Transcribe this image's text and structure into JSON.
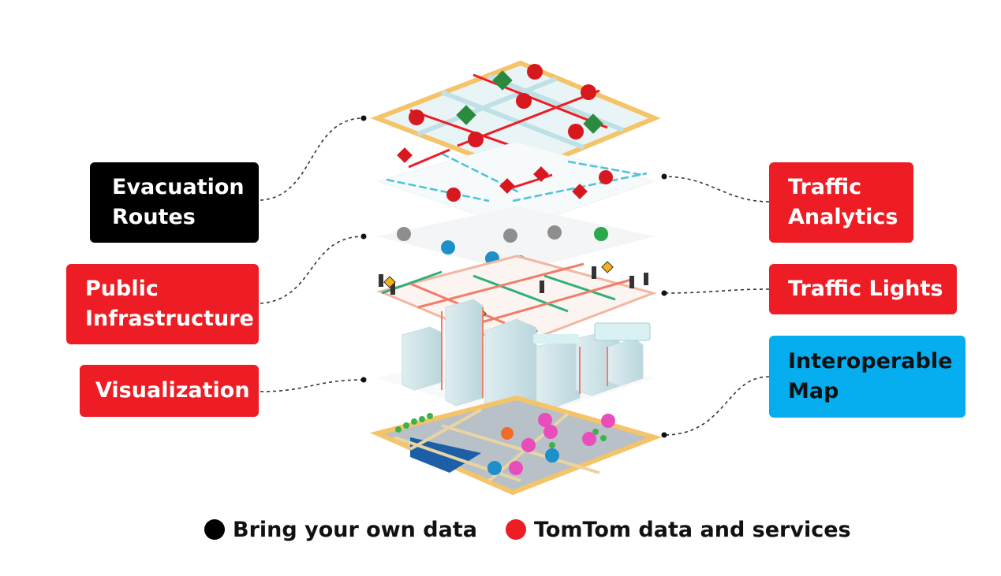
{
  "labels": {
    "evacuation_routes": "Evacuation Routes",
    "public_infrastructure": "Public Infrastructure",
    "visualization": "Visualization",
    "traffic_analytics": "Traffic Analytics",
    "traffic_lights": "Traffic Lights",
    "interoperable_map": "Interoperable Map"
  },
  "legend": {
    "own_data": "Bring your own data",
    "tomtom_data": "TomTom data and services"
  },
  "colors": {
    "tomtom_red": "#ee1c24",
    "own_data_black": "#000000",
    "map_blue": "#06aef0",
    "map_border": "#f5c469"
  },
  "icons": [
    "road-closure-icon",
    "parking-icon",
    "bus-icon",
    "traffic-light-icon",
    "pedestrian-sign-icon",
    "hospital-icon"
  ]
}
